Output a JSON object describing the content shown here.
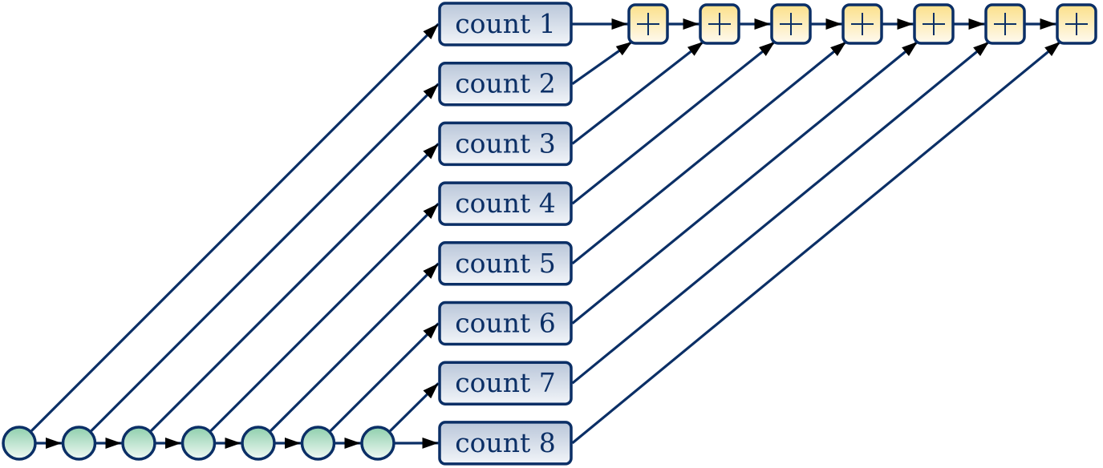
{
  "diagram": {
    "title": "",
    "colors": {
      "stroke": "#0b2f66",
      "arrowhead": "#000000",
      "count_fill_top": "#b9c6d9",
      "count_fill_bottom": "#f2f5f9",
      "plus_fill_top": "#fbe08a",
      "plus_fill_bottom": "#fffaf0",
      "circle_fill_top": "#8fcfad",
      "circle_fill_bottom": "#f0f9f4"
    },
    "inputs": [
      {
        "id": "c1",
        "label": ""
      },
      {
        "id": "c2",
        "label": ""
      },
      {
        "id": "c3",
        "label": ""
      },
      {
        "id": "c4",
        "label": ""
      },
      {
        "id": "c5",
        "label": ""
      },
      {
        "id": "c6",
        "label": ""
      },
      {
        "id": "c7",
        "label": ""
      }
    ],
    "counts": [
      {
        "id": "k1",
        "label": "count 1"
      },
      {
        "id": "k2",
        "label": "count 2"
      },
      {
        "id": "k3",
        "label": "count 3"
      },
      {
        "id": "k4",
        "label": "count 4"
      },
      {
        "id": "k5",
        "label": "count 5"
      },
      {
        "id": "k6",
        "label": "count 6"
      },
      {
        "id": "k7",
        "label": "count 7"
      },
      {
        "id": "k8",
        "label": "count 8"
      }
    ],
    "adders": [
      {
        "id": "p1",
        "label": "+"
      },
      {
        "id": "p2",
        "label": "+"
      },
      {
        "id": "p3",
        "label": "+"
      },
      {
        "id": "p4",
        "label": "+"
      },
      {
        "id": "p5",
        "label": "+"
      },
      {
        "id": "p6",
        "label": "+"
      },
      {
        "id": "p7",
        "label": "+"
      }
    ],
    "edges": [
      {
        "from": "c1",
        "to": "c2"
      },
      {
        "from": "c2",
        "to": "c3"
      },
      {
        "from": "c3",
        "to": "c4"
      },
      {
        "from": "c4",
        "to": "c5"
      },
      {
        "from": "c5",
        "to": "c6"
      },
      {
        "from": "c6",
        "to": "c7"
      },
      {
        "from": "c1",
        "to": "k1"
      },
      {
        "from": "c2",
        "to": "k2"
      },
      {
        "from": "c3",
        "to": "k3"
      },
      {
        "from": "c4",
        "to": "k4"
      },
      {
        "from": "c5",
        "to": "k5"
      },
      {
        "from": "c6",
        "to": "k6"
      },
      {
        "from": "c7",
        "to": "k7"
      },
      {
        "from": "c7",
        "to": "k8"
      },
      {
        "from": "k1",
        "to": "p1"
      },
      {
        "from": "k2",
        "to": "p1"
      },
      {
        "from": "k3",
        "to": "p2"
      },
      {
        "from": "k4",
        "to": "p3"
      },
      {
        "from": "k5",
        "to": "p4"
      },
      {
        "from": "k6",
        "to": "p5"
      },
      {
        "from": "k7",
        "to": "p6"
      },
      {
        "from": "k8",
        "to": "p7"
      },
      {
        "from": "p1",
        "to": "p2"
      },
      {
        "from": "p2",
        "to": "p3"
      },
      {
        "from": "p3",
        "to": "p4"
      },
      {
        "from": "p4",
        "to": "p5"
      },
      {
        "from": "p5",
        "to": "p6"
      },
      {
        "from": "p6",
        "to": "p7"
      }
    ]
  }
}
